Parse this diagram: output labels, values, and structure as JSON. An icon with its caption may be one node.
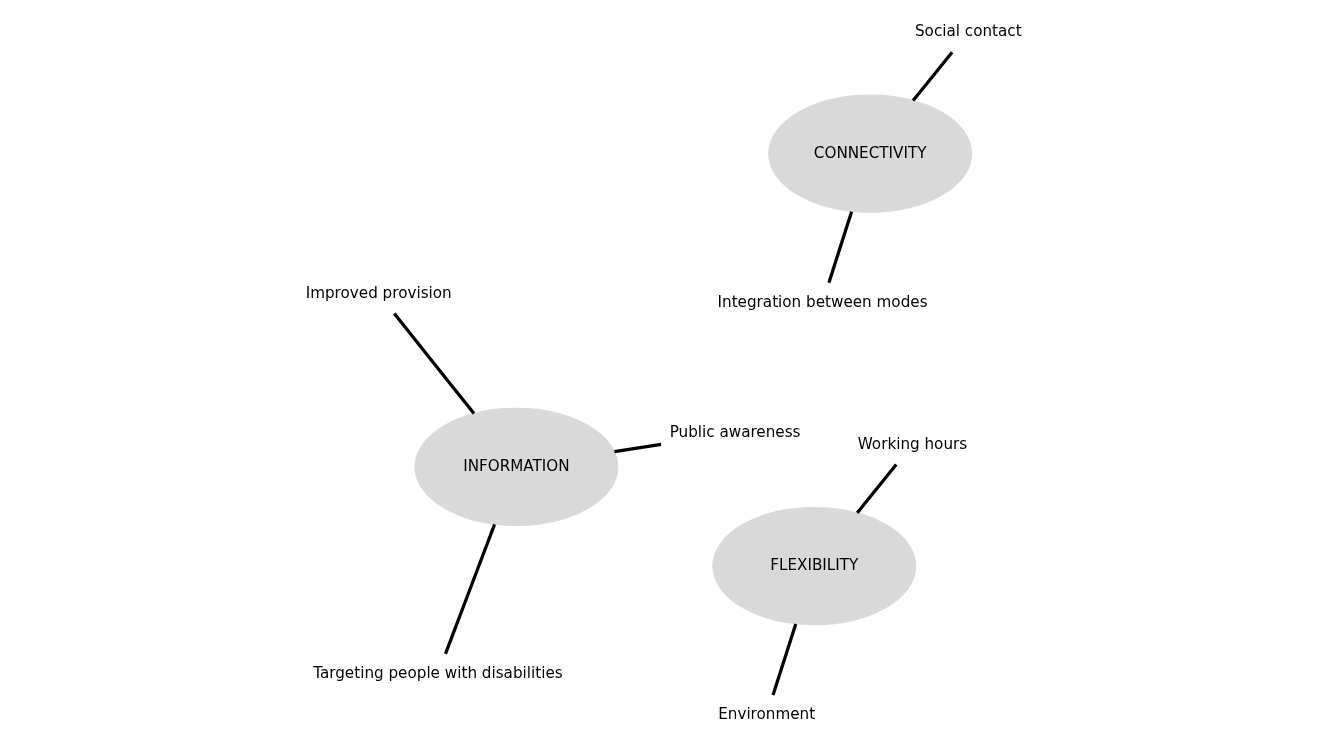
{
  "diagram": {
    "nodes": [
      {
        "text": [
          "INFORMATION"
        ]
      },
      {
        "text": [
          "Public awareness"
        ]
      },
      {
        "text": [
          "Targeting people with disabilities"
        ]
      },
      {
        "text": [
          "Improved provision"
        ]
      },
      {
        "text": [
          "CONNECTIVITY"
        ]
      },
      {
        "text": [
          "Social contact"
        ]
      },
      {
        "text": [
          "Integration between modes"
        ]
      },
      {
        "text": [
          "FLEXIBILITY"
        ]
      },
      {
        "text": [
          "Working hours"
        ]
      },
      {
        "text": [
          "Environment"
        ]
      }
    ],
    "edges": [
      {
        "from": 1,
        "to": 0,
        "arrow": "none"
      },
      {
        "from": 2,
        "to": 0,
        "arrow": "none"
      },
      {
        "from": 0,
        "to": 3,
        "arrow": "none"
      },
      {
        "from": 5,
        "to": 4,
        "arrow": "none"
      },
      {
        "from": 4,
        "to": 6,
        "arrow": "none"
      },
      {
        "from": 8,
        "to": 7,
        "arrow": "none"
      },
      {
        "from": 7,
        "to": 9,
        "arrow": "none"
      }
    ]
  }
}
